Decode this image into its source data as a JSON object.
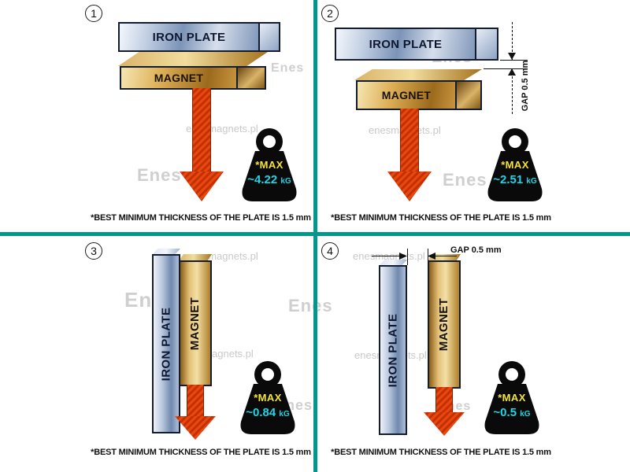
{
  "labels": {
    "iron_plate": "IRON PLATE",
    "magnet": "MAGNET",
    "max": "*MAX"
  },
  "footnote": {
    "text": "*BEST MINIMUM THICKNESS OF THE PLATE IS",
    "bold": "1.5 mm"
  },
  "watermark": {
    "site": "enesmagnets.pl",
    "brand": "Enes"
  },
  "panels": [
    {
      "number": "1",
      "arrangement": "iron plate stacked on magnet, direct contact",
      "force": {
        "value": "~4.22",
        "unit": "kG"
      }
    },
    {
      "number": "2",
      "arrangement": "iron plate above magnet with air gap",
      "gap_label": "GAP 0.5 mm",
      "force": {
        "value": "~2.51",
        "unit": "kG"
      }
    },
    {
      "number": "3",
      "arrangement": "magnet attached to vertical iron plate, direct contact",
      "force": {
        "value": "~0.84",
        "unit": "kG"
      }
    },
    {
      "number": "4",
      "arrangement": "magnet beside vertical iron plate with air gap",
      "gap_label": "GAP 0.5 mm",
      "force": {
        "value": "~0.5",
        "unit": "kG"
      }
    }
  ],
  "colors": {
    "divider_teal": "#00988c",
    "arrow_red": "#d8390a",
    "magnet_gold": "#c9973f",
    "plate_steel": "#8fa6c6",
    "force_value_cyan": "#1bd6e6",
    "max_yellow": "#f2e43a",
    "weight_black": "#0a0a0a",
    "watermark_gray": "#c9c9c9"
  }
}
